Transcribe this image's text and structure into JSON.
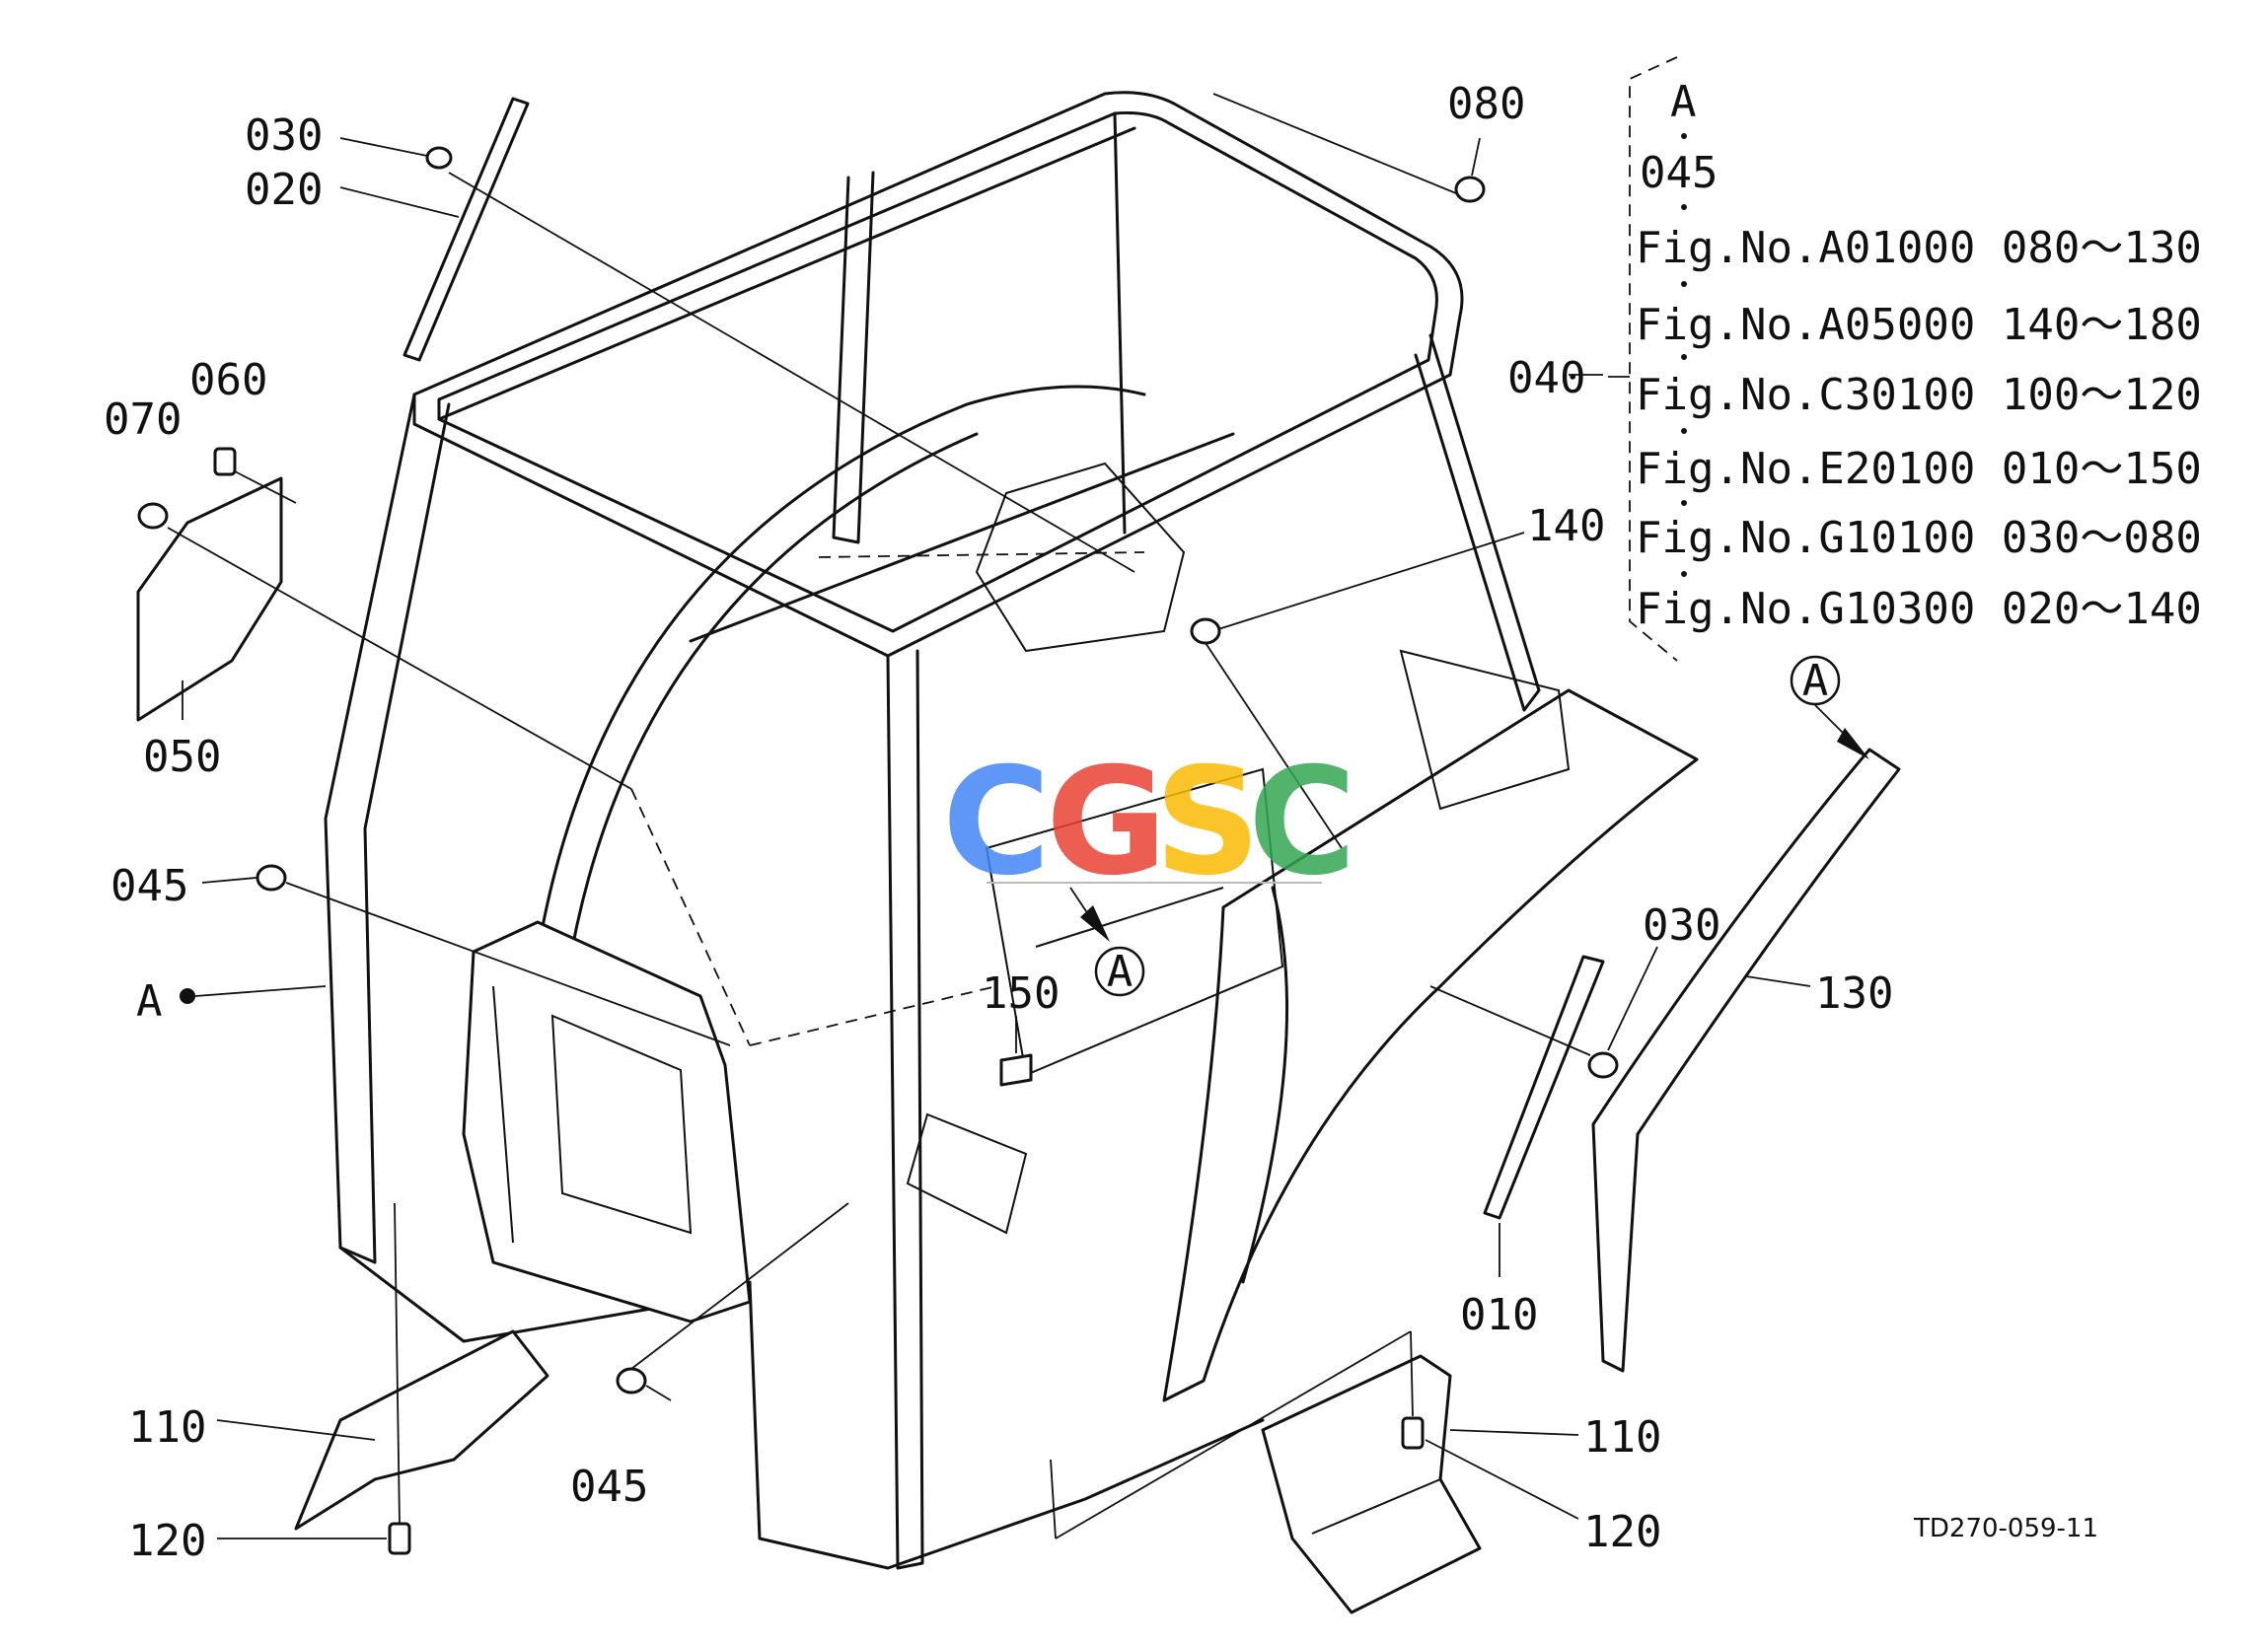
{
  "callouts": {
    "c030_top": "030",
    "c020": "020",
    "c060": "060",
    "c070": "070",
    "c050": "050",
    "c045_left": "045",
    "cA_left": "A",
    "c080": "080",
    "c040": "040",
    "c140": "140",
    "c150": "150",
    "c030_right": "030",
    "c130": "130",
    "c010": "010",
    "c110_left": "110",
    "c120_left": "120",
    "c045_bottom": "045",
    "c110_right": "110",
    "c120_right": "120"
  },
  "ref_circles": {
    "center": "A",
    "right": "A"
  },
  "bracket": {
    "head": "A",
    "sub": "045",
    "rows": [
      "Fig.No.A01000  080～130",
      "Fig.No.A05000  140～180",
      "Fig.No.C30100  100～120",
      "Fig.No.E20100  010～150",
      "Fig.No.G10100  030～080",
      "Fig.No.G10300  020～140"
    ]
  },
  "watermark": {
    "letters": [
      "C",
      "G",
      "S",
      "C"
    ],
    "colors": [
      "#4285F4",
      "#EA4335",
      "#FBBC05",
      "#34A853"
    ]
  },
  "drawing_code": "TD270-059-11"
}
